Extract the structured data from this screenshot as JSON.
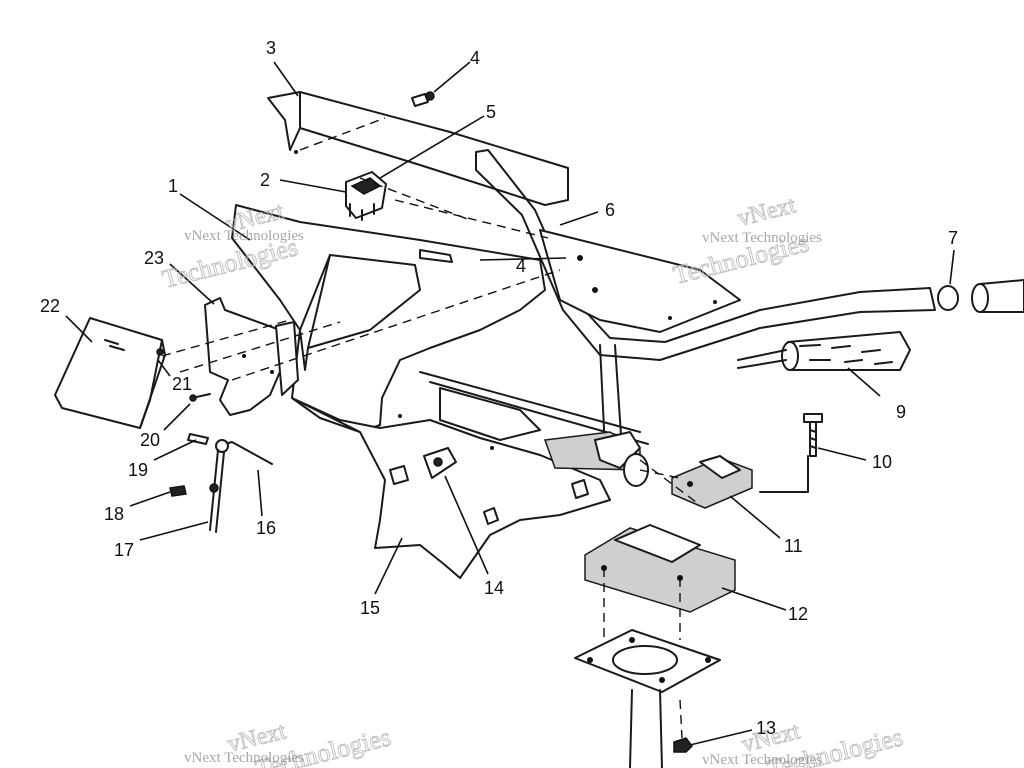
{
  "watermark": {
    "line1": "vNext",
    "line2": "Technologies",
    "caption": "vNext Technologies"
  },
  "callouts": [
    {
      "id": "1",
      "label": "1"
    },
    {
      "id": "2",
      "label": "2"
    },
    {
      "id": "3",
      "label": "3"
    },
    {
      "id": "4a",
      "label": "4"
    },
    {
      "id": "4b",
      "label": "4"
    },
    {
      "id": "5",
      "label": "5"
    },
    {
      "id": "6",
      "label": "6"
    },
    {
      "id": "7",
      "label": "7"
    },
    {
      "id": "9",
      "label": "9"
    },
    {
      "id": "10",
      "label": "10"
    },
    {
      "id": "11",
      "label": "11"
    },
    {
      "id": "12",
      "label": "12"
    },
    {
      "id": "13",
      "label": "13"
    },
    {
      "id": "14",
      "label": "14"
    },
    {
      "id": "15",
      "label": "15"
    },
    {
      "id": "16",
      "label": "16"
    },
    {
      "id": "17",
      "label": "17"
    },
    {
      "id": "18",
      "label": "18"
    },
    {
      "id": "19",
      "label": "19"
    },
    {
      "id": "20",
      "label": "20"
    },
    {
      "id": "21",
      "label": "21"
    },
    {
      "id": "22",
      "label": "22"
    },
    {
      "id": "23",
      "label": "23"
    }
  ]
}
